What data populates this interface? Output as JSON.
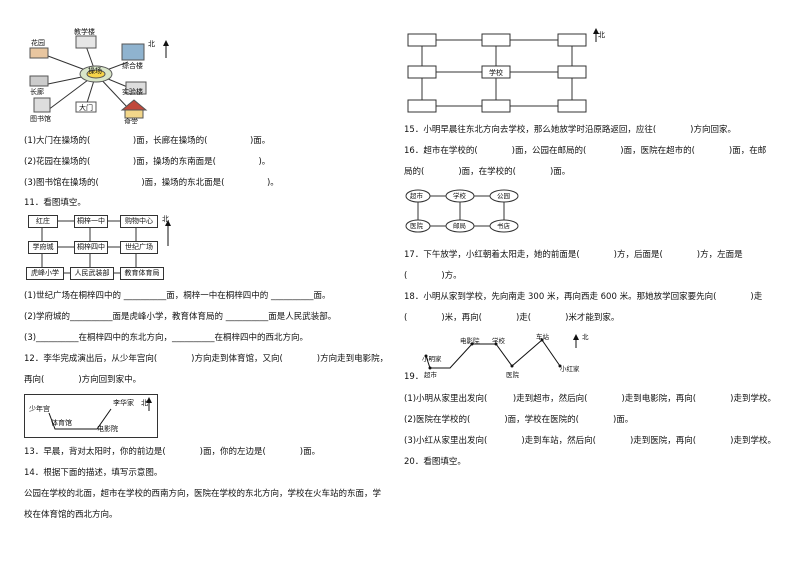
{
  "map1": {
    "labels": {
      "garden": "花园",
      "teaching": "教学楼",
      "complex": "综合楼",
      "corridor": "长廊",
      "playground": "操场",
      "lab": "实验楼",
      "library": "图书馆",
      "gate": "大门",
      "canteen": "食堂",
      "north": "北"
    }
  },
  "q10": [
    "(1)大门在操场的(　　　　　)面，长廊在操场的(　　　　　)面。",
    "(2)花园在操场的(　　　　　)面，操场的东南面是(　　　　　)。",
    "(3)图书馆在操场的(　　　　　)面，操场的东北面是(　　　　　)。"
  ],
  "q11": {
    "title": "11．看图填空。",
    "grid": [
      "红庄",
      "桐梓一中",
      "购物中心",
      "学府城",
      "桐梓四中",
      "世纪广场",
      "虎峰小学",
      "人民武装部",
      "教育体育局"
    ],
    "north": "北",
    "lines": [
      "(1)世纪广场在桐梓四中的 __________面，桐梓一中在桐梓四中的 __________面。",
      "(2)学府城的__________面是虎峰小学，教育体育局的 __________面是人民武装部。",
      "(3)__________在桐梓四中的东北方向，__________在桐梓四中的西北方向。"
    ]
  },
  "q12": {
    "text1": "12．李华完成演出后，从少年宫向(　　　　)方向走到体育馆，又向(　　　　)方向走到电影院，",
    "text2": "再向(　　　　)方向回到家中。",
    "labels": {
      "palace": "少年宫",
      "gym": "体育馆",
      "cinema": "电影院",
      "home": "李华家",
      "north": "北"
    }
  },
  "q13": "13．早晨，背对太阳时，你的前边是(　　　　)面，你的左边是(　　　　)面。",
  "q14": {
    "title": "14．根据下面的描述，填写示意图。",
    "body1": "公园在学校的北面，超市在学校的西南方向，医院在学校的东北方向，学校在火车站的东面，学",
    "body2": "校在体育馆的西北方向。"
  },
  "right_grid": {
    "school": "学校",
    "north": "北"
  },
  "q15": "15．小明早晨往东北方向去学校，那么她放学时沿原路返回，应往(　　　　)方向回家。",
  "q16": {
    "text1": "16．超市在学校的(　　　　)面，公园在邮局的(　　　　)面，医院在超市的(　　　　)面，在邮",
    "text2": "局的(　　　　)面，在学校的(　　　　)面。",
    "clouds": [
      "超市",
      "学校",
      "公园",
      "医院",
      "邮局",
      "书店"
    ]
  },
  "q17": {
    "text1": "17．下午放学，小红朝着太阳走，她的前面是(　　　　)方，后面是(　　　　)方，左面是",
    "text2": "(　　　　)方。"
  },
  "q18": {
    "text1": "18．小明从家到学校，先向南走 300 米，再向西走 600 米。那她放学回家要先向(　　　　)走",
    "text2": "(　　　　)米，再向(　　　　)走(　　　　)米才能到家。"
  },
  "q19": {
    "num": "19．",
    "labels": {
      "ming": "小明家",
      "cinema": "电影院",
      "school": "学校",
      "station": "车站",
      "market": "超市",
      "hospital": "医院",
      "hong": "小红家",
      "north": "北"
    },
    "lines": [
      "(1)小明从家里出发向(　　　)走到超市，然后向(　　　　)走到电影院，再向(　　　　)走到学校。",
      "(2)医院在学校的(　　　　)面，学校在医院的(　　　　)面。",
      "(3)小红从家里出发向(　　　　)走到车站，然后向(　　　　)走到医院，再向(　　　　)走到学校。"
    ]
  },
  "q20": "20．看图填空。"
}
